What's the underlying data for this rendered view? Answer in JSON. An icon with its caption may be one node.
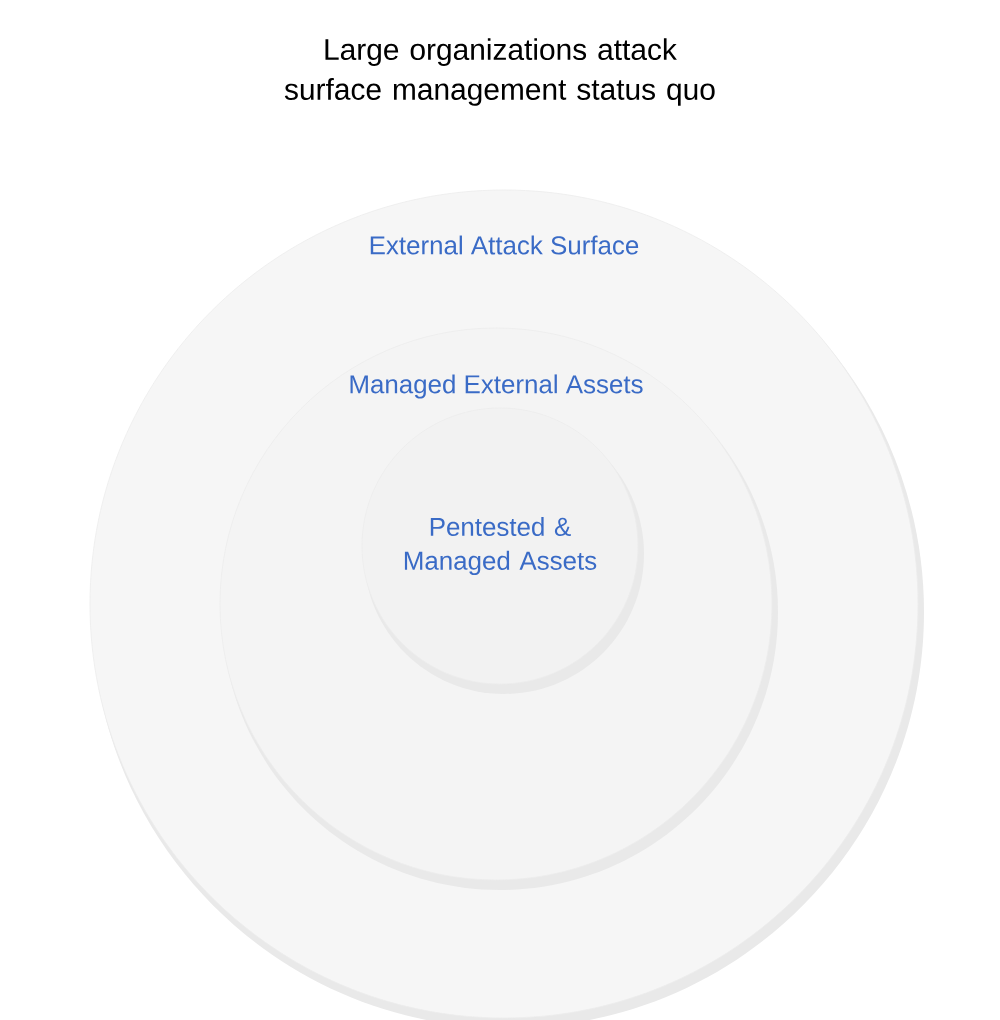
{
  "diagram": {
    "title": "Large organizations attack surface management status quo",
    "nodes": [
      {
        "text": [
          "External Attack Surface"
        ]
      },
      {
        "text": [
          "Managed External Assets"
        ],
        "in": 0
      },
      {
        "text": [
          "Pentested & Managed Assets"
        ],
        "in": 1
      }
    ]
  }
}
